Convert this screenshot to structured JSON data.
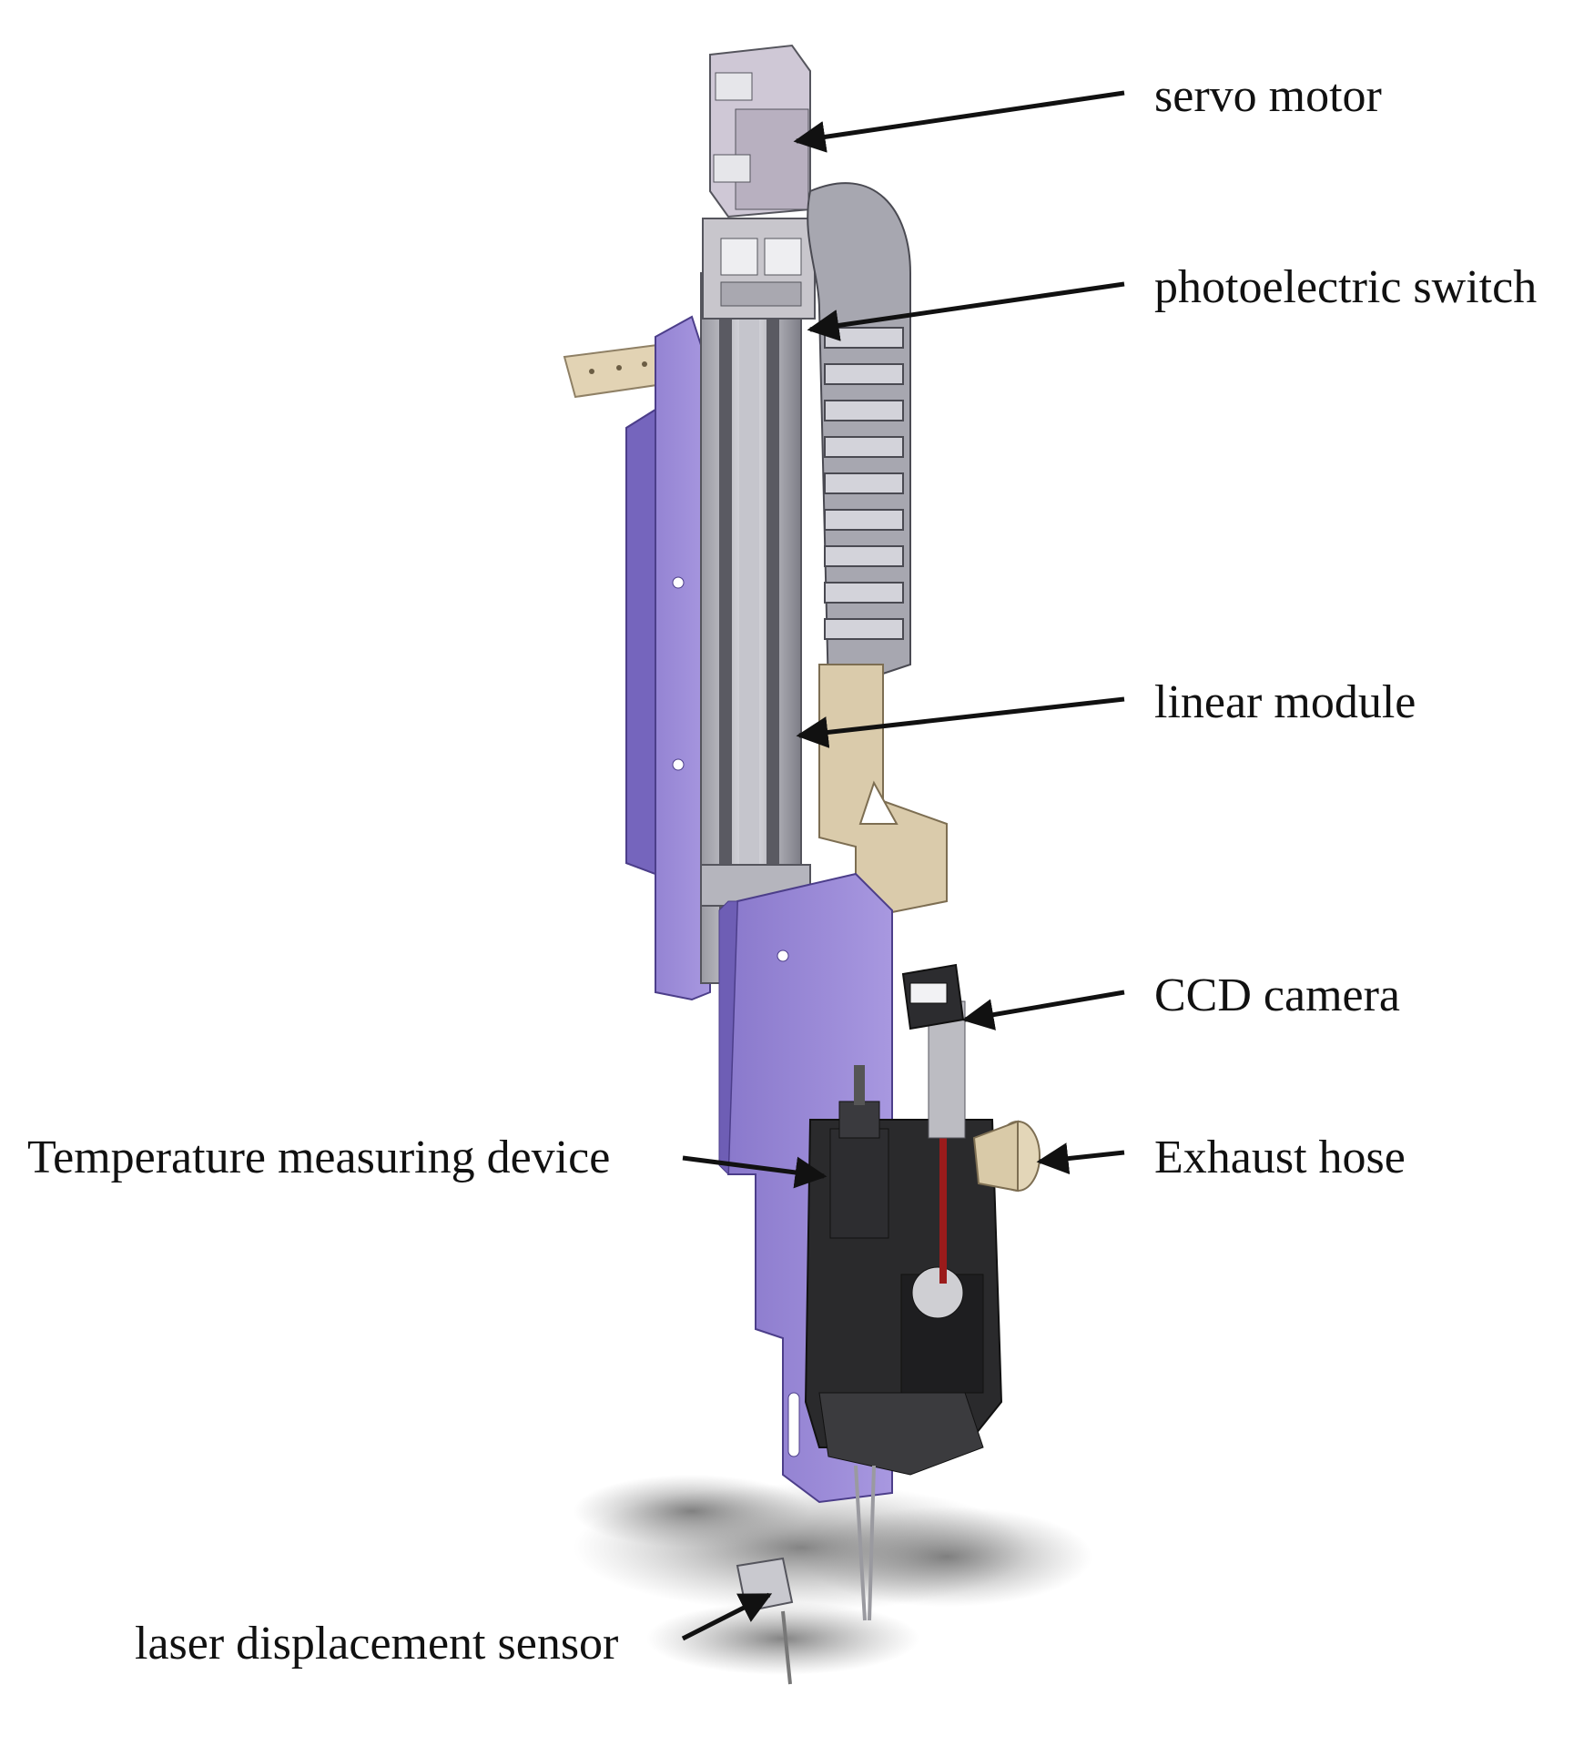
{
  "labels": {
    "servo_motor": "servo motor",
    "photoelectric_switch": "photoelectric switch",
    "linear_module": "linear module",
    "ccd_camera": "CCD camera",
    "exhaust_hose": "Exhaust hose",
    "temperature_measuring_device": "Temperature measuring device",
    "laser_displacement_sensor": "laser displacement sensor"
  },
  "colors": {
    "frame_plate": "#9a8ad6",
    "frame_plate_dark": "#6f5fb8",
    "aluminum": "#c9c9cf",
    "aluminum_dark": "#8c8c94",
    "bracket": "#d8c8a8",
    "drive_body": "#2a2a2c",
    "laser_tube": "#9b1b1b",
    "arrow": "#111111",
    "shadow": "#8a8a8a"
  }
}
